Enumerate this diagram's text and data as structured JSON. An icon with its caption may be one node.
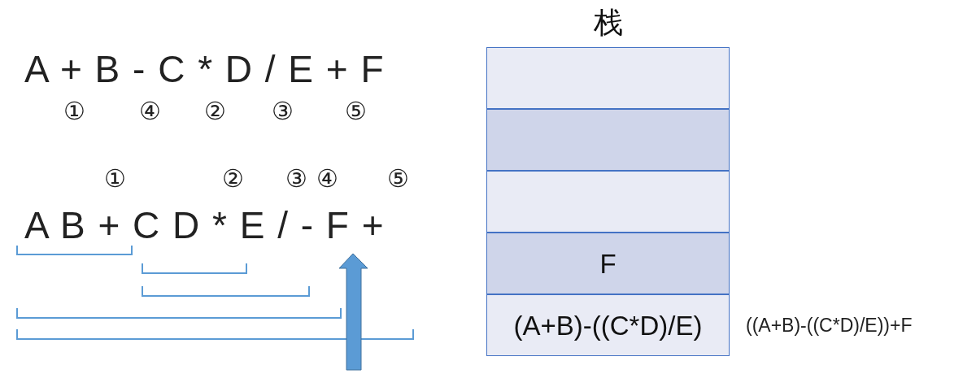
{
  "diagram": {
    "nodes": [
      {
        "text": [
          "栈"
        ]
      },
      {
        "text": [],
        "shape": "box",
        "in": 0
      },
      {
        "text": [],
        "shape": "box",
        "in": 0
      },
      {
        "text": [],
        "shape": "box",
        "in": 0
      },
      {
        "text": [
          "F"
        ],
        "in": 0
      },
      {
        "text": [
          "(A+B)-((C*D)/E)"
        ],
        "in": 0,
        "beside": [
          "((A+B)-((C*D)/E))+F"
        ]
      }
    ],
    "edges": [],
    "labels": [
      "A + B - C * D / E + F",
      "①",
      "④",
      "②",
      "③",
      "⑤",
      "①",
      "②",
      "③",
      "④",
      "⑤",
      "A B + C D * E / - F +"
    ]
  }
}
